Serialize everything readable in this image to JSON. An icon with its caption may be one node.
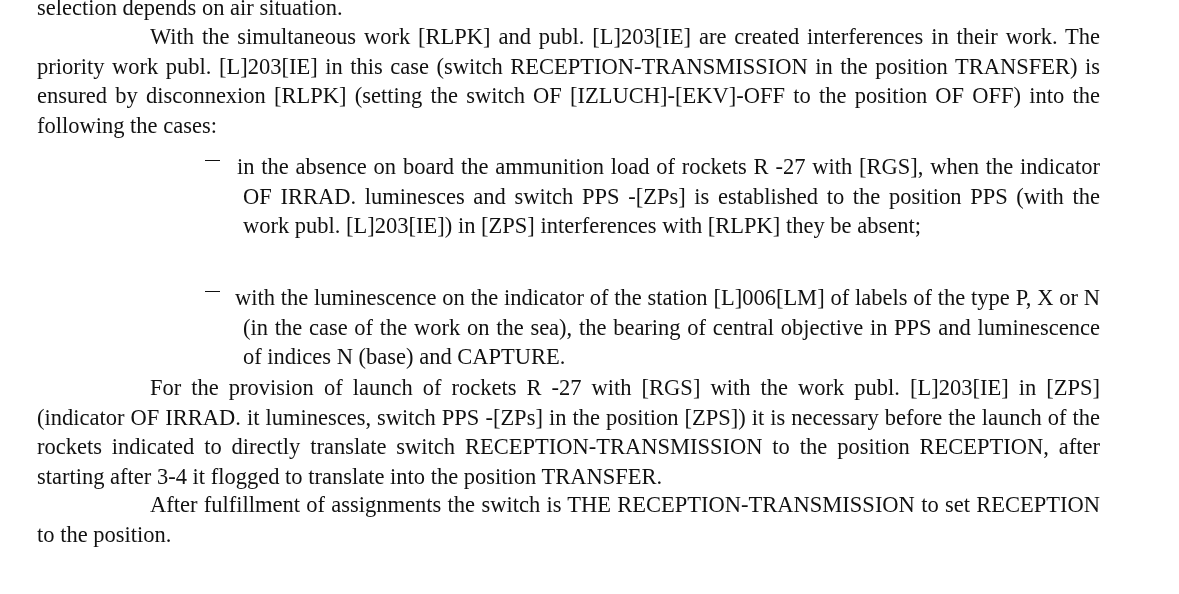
{
  "diagram": {
    "labels": [
      "selection depends on air situation.",
      "With the simultaneous work [RLPK] and publ. [L]203[IE] are created interferences in their work. The priority work publ. [L]203[IE] in this case (switch RECEPTION-TRANSMISSION in the position TRANSFER) is ensured by disconnexion [RLPK] (setting the switch OF [IZLUCH]-[EKV]-OFF to the position OF OFF) into the following the cases:",
      "in the absence on board the ammunition load of rockets R -27 with [RGS], when the indicator OF IRRAD. luminesces and switch PPS -[ZPs] is established to the position PPS (with the work publ. [L]203[IE]) in [ZPS] interferences with [RLPK] they be absent;",
      "with the luminescence on the indicator of the station [L]006[LM] of labels of the type P, X or N (in the case of the work on the sea), the bearing of central objective in PPS and luminescence of indices N (base) and CAPTURE.",
      "For the provision of launch of rockets R -27 with [RGS] with the work publ. [L]203[IE] in [ZPS] (indicator OF IRRAD. it luminesces, switch PPS -[ZPs] in the position [ZPS]) it is necessary before the launch of the rockets indicated to directly translate switch RECEPTION-TRANSMISSION to the position RECEPTION, after starting after 3-4 it flogged to translate into the position TRANSFER.",
      "After fulfillment of assignments the switch is THE RECEPTION-TRANSMISSION to set RECEPTION to the position."
    ]
  }
}
